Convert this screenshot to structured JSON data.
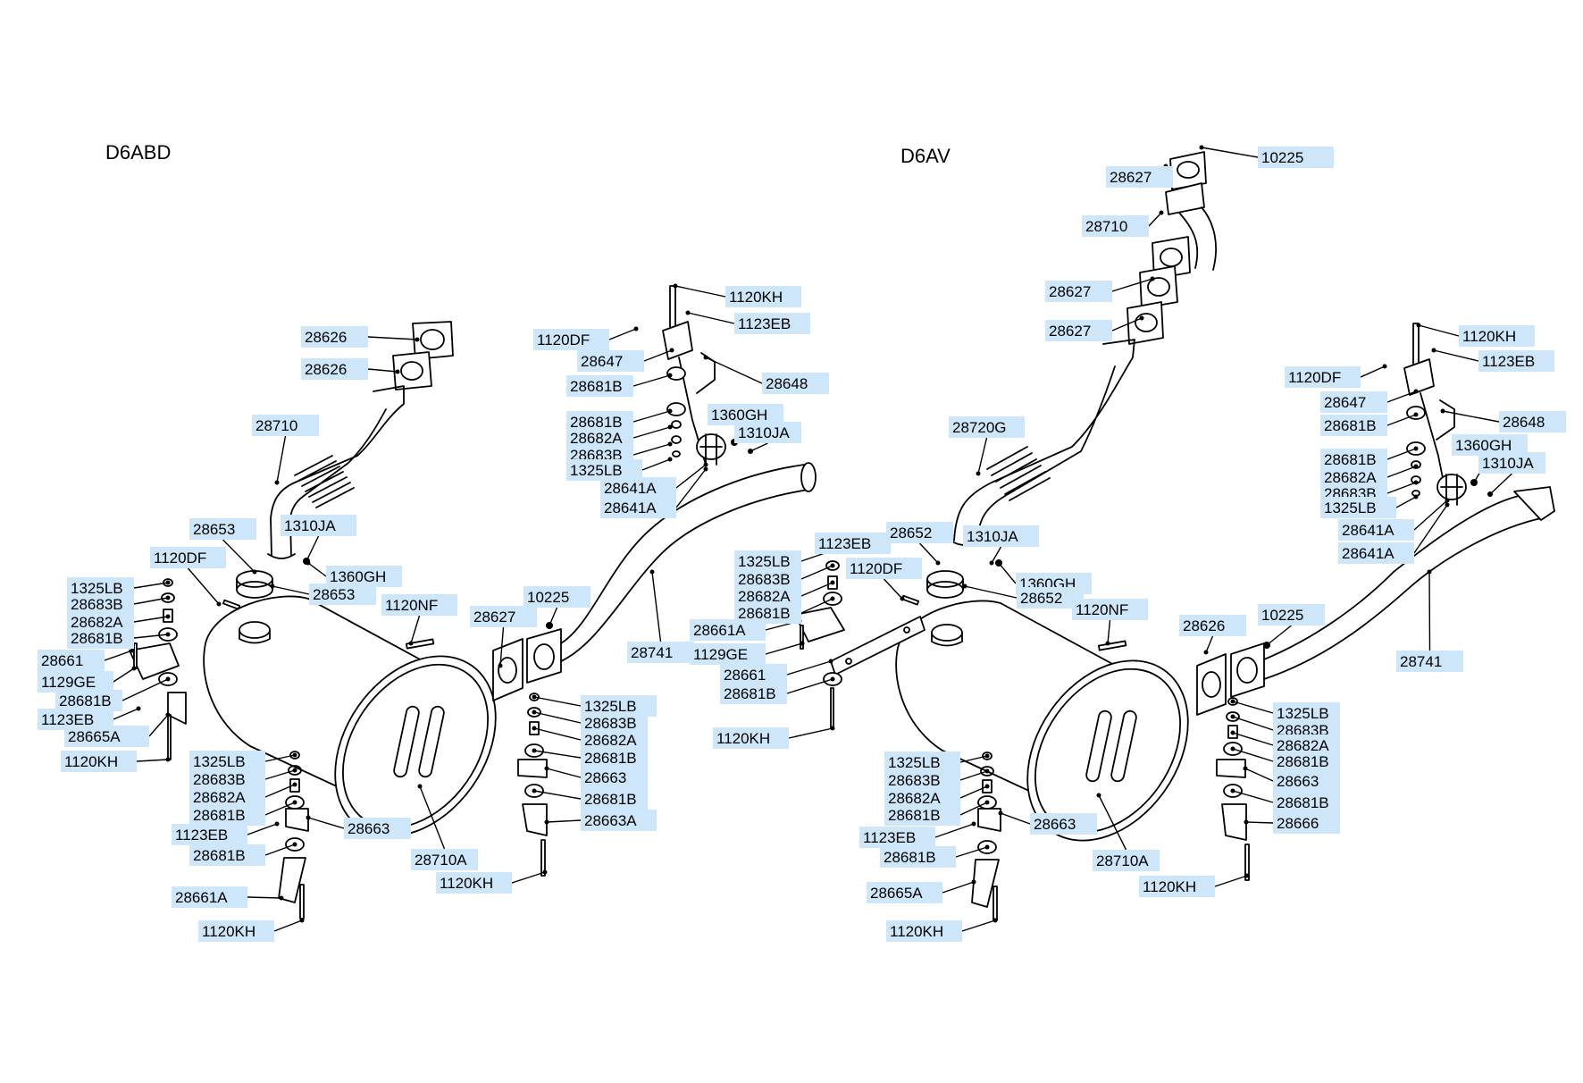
{
  "variants": [
    {
      "name": "D6ABD",
      "labels": [
        "28626",
        "28626",
        "28710",
        "28653",
        "1310JA",
        "1120DF",
        "1360GH",
        "28653",
        "1325LB",
        "28683B",
        "28682A",
        "28681B",
        "28661",
        "1129GE",
        "28681B",
        "1123EB",
        "28665A",
        "1120KH",
        "1120NF",
        "10225",
        "28627",
        "28741",
        "1120KH",
        "1120DF",
        "1123EB",
        "28647",
        "28648",
        "28681B",
        "28681B",
        "28682A",
        "28683B",
        "1325LB",
        "1360GH",
        "1310JA",
        "28641A",
        "28641A",
        "1325LB",
        "28683B",
        "28682A",
        "28681B",
        "28663",
        "28681B",
        "28663A",
        "1120KH",
        "1325LB",
        "28683B",
        "28682A",
        "28681B",
        "1123EB",
        "28681B",
        "28663",
        "28710A",
        "28661A",
        "1120KH"
      ]
    },
    {
      "name": "D6AV",
      "labels": [
        "10225",
        "28627",
        "28710",
        "28627",
        "28627",
        "28720G",
        "1120KH",
        "1120DF",
        "1123EB",
        "28647",
        "28681B",
        "28648",
        "28681B",
        "28682A",
        "28683B",
        "1325LB",
        "1360GH",
        "1310JA",
        "28641A",
        "28641A",
        "1123EB",
        "1325LB",
        "28683B",
        "28682A",
        "28681B",
        "28661A",
        "1129GE",
        "28661",
        "28681B",
        "1120KH",
        "28652",
        "1310JA",
        "1120DF",
        "1360GH",
        "28652",
        "1120NF",
        "28626",
        "10225",
        "28741",
        "1325LB",
        "28683B",
        "28682A",
        "28681B",
        "28663",
        "28681B",
        "28666",
        "1120KH",
        "1325LB",
        "28683B",
        "28682A",
        "28681B",
        "1123EB",
        "28663",
        "28681B",
        "28710A",
        "28665A",
        "1120KH"
      ]
    }
  ],
  "colors": {
    "label_background": "#cde6fa",
    "line_art": "#000000",
    "background": "#ffffff"
  }
}
